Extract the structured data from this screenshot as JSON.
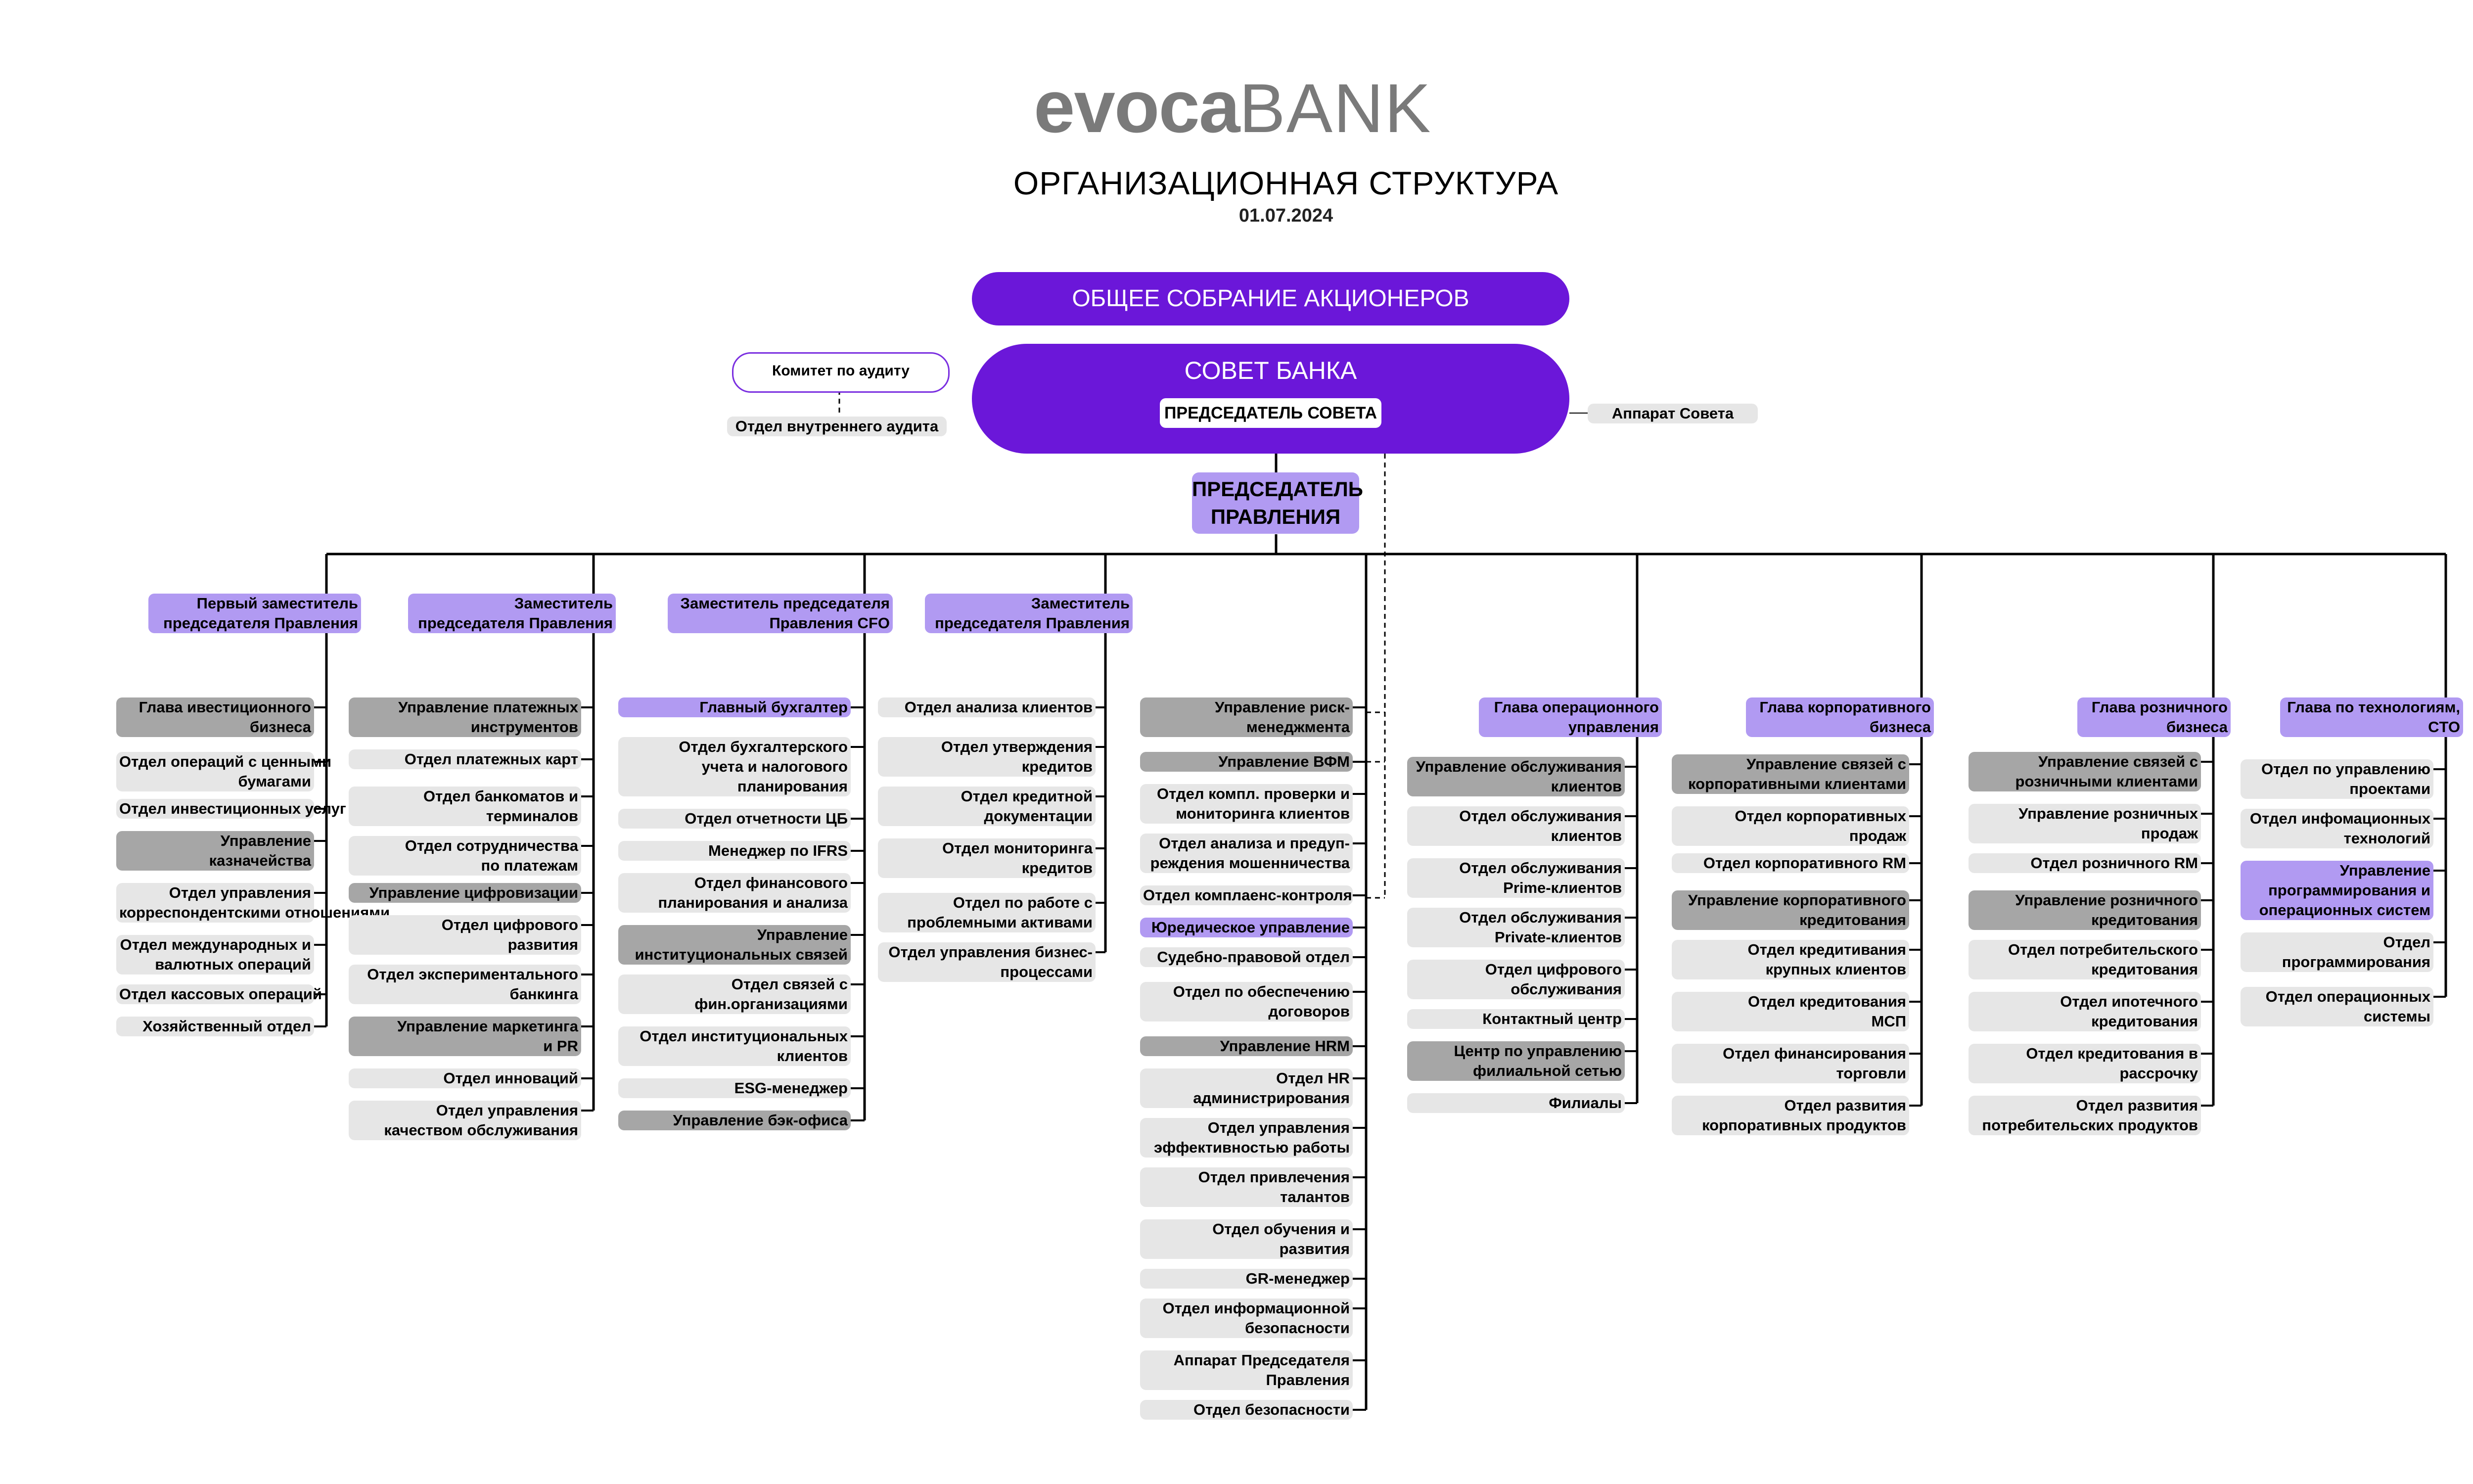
{
  "header": {
    "logo_evoca": "evoca",
    "logo_bank": "BANK",
    "title": "ОРГАНИЗАЦИОННАЯ СТРУКТУРА",
    "date": "01.07.2024"
  },
  "top": {
    "shareholders": "ОБЩЕЕ СОБРАНИЕ АКЦИОНЕРОВ",
    "board": "СОВЕТ БАНКА",
    "board_chair": "ПРЕДСЕДАТЕЛЬ СОВЕТА",
    "audit_committee": "Комитет по аудиту",
    "internal_audit": "Отдел внутреннего аудита",
    "board_office": "Аппарат Совета",
    "ceo_line1": "ПРЕДСЕДАТЕЛЬ",
    "ceo_line2": "ПРАВЛЕНИЯ"
  },
  "colors": {
    "accent": "#6b17d9",
    "light_purple": "#b19af2",
    "dark_grey": "#a6a6a6",
    "light_grey": "#e6e6e6"
  },
  "columns": [
    {
      "head": [
        "Первый заместитель",
        "председателя Правления"
      ],
      "items": [
        {
          "t": [
            "Глава ивестиционного",
            "бизнеса"
          ]
        },
        {
          "t": [
            "Отдел операций с ценными",
            "бумагами"
          ]
        },
        {
          "t": [
            "Отдел инвестиционных услуг"
          ]
        },
        {
          "t": [
            "Управление",
            "казначейства"
          ]
        },
        {
          "t": [
            "Отдел управления",
            "корреспондентскими отношениями"
          ]
        },
        {
          "t": [
            "Отдел международных и",
            "валютных операций"
          ]
        },
        {
          "t": [
            "Отдел кассовых операций"
          ]
        },
        {
          "t": [
            "Хозяйственный отдел"
          ]
        }
      ]
    },
    {
      "head": [
        "Заместитель",
        "председателя Правления"
      ],
      "items": [
        {
          "t": [
            "Управление платежных",
            "инструментов"
          ]
        },
        {
          "t": [
            "Отдел платежных карт"
          ]
        },
        {
          "t": [
            "Отдел банкоматов и",
            "терминалов"
          ]
        },
        {
          "t": [
            "Отдел сотрудничества",
            "по платежам"
          ]
        },
        {
          "t": [
            "Управление цифровизации"
          ]
        },
        {
          "t": [
            "Отдел цифрового",
            "развития"
          ]
        },
        {
          "t": [
            "Отдел экспериментального",
            "банкинга"
          ]
        },
        {
          "t": [
            "Управление маркетинга",
            "и PR"
          ]
        },
        {
          "t": [
            "Отдел инноваций"
          ]
        },
        {
          "t": [
            "Отдел управления",
            "качеством обслуживания"
          ]
        }
      ]
    },
    {
      "head": [
        "Заместитель председателя",
        "Правления CFO"
      ],
      "items": [
        {
          "t": [
            "Главный бухгалтер"
          ]
        },
        {
          "t": [
            "Отдел бухгалтерского",
            "учета и налогового",
            "планирования"
          ]
        },
        {
          "t": [
            "Отдел отчетности ЦБ"
          ]
        },
        {
          "t": [
            "Менеджер по IFRS"
          ]
        },
        {
          "t": [
            "Отдел финансового",
            "планирования и анализа"
          ]
        },
        {
          "t": [
            "Управление",
            "институциональных связей"
          ]
        },
        {
          "t": [
            "Отдел связей с",
            "фин.организациями"
          ]
        },
        {
          "t": [
            "Отдел институциональных",
            "клиентов"
          ]
        },
        {
          "t": [
            "ESG-менеджер"
          ]
        },
        {
          "t": [
            "Управление бэк-офиса"
          ]
        }
      ]
    },
    {
      "head": [
        "Заместитель",
        "председателя Правления"
      ],
      "items": [
        {
          "t": [
            "Отдел анализа клиентов"
          ]
        },
        {
          "t": [
            "Отдел утверждения",
            "кредитов"
          ]
        },
        {
          "t": [
            "Отдел кредитной",
            "документации"
          ]
        },
        {
          "t": [
            "Отдел мониторинга",
            "кредитов"
          ]
        },
        {
          "t": [
            "Отдел по работе с",
            "проблемными активами"
          ]
        },
        {
          "t": [
            "Отдел управления бизнес-",
            "процессами"
          ]
        }
      ]
    },
    {
      "head": [],
      "items": [
        {
          "t": [
            "Управление риск-",
            "менеджмента"
          ]
        },
        {
          "t": [
            "Управление ВФМ"
          ]
        },
        {
          "t": [
            "Отдел компл. проверки и",
            "мониторинга клиентов"
          ]
        },
        {
          "t": [
            "Отдел анализа и предуп-",
            "реждения мошенничества"
          ]
        },
        {
          "t": [
            "Отдел комплаенс-контроля"
          ]
        },
        {
          "t": [
            "Юредическое управление"
          ]
        },
        {
          "t": [
            "Судебно-правовой отдел"
          ]
        },
        {
          "t": [
            "Отдел по обеспечению",
            "договоров"
          ]
        },
        {
          "t": [
            "Управление HRM"
          ]
        },
        {
          "t": [
            "Отдел HR",
            "администрирования"
          ]
        },
        {
          "t": [
            "Отдел управления",
            "эффективностью работы"
          ]
        },
        {
          "t": [
            "Отдел привлечения",
            "талантов"
          ]
        },
        {
          "t": [
            "Отдел обучения и",
            "развития"
          ]
        },
        {
          "t": [
            "GR-менеджер"
          ]
        },
        {
          "t": [
            "Отдел информационной",
            "безопасности"
          ]
        },
        {
          "t": [
            "Аппарат Председателя",
            "Правления"
          ]
        },
        {
          "t": [
            "Отдел безопасности"
          ]
        }
      ]
    },
    {
      "head": [
        "Глава операционного",
        "управления"
      ],
      "items": [
        {
          "t": [
            "Управление обслуживания",
            "клиентов"
          ]
        },
        {
          "t": [
            "Отдел обслуживания",
            "клиентов"
          ]
        },
        {
          "t": [
            "Отдел обслуживания",
            "Prime-клиентов"
          ]
        },
        {
          "t": [
            "Отдел обслуживания",
            "Private-клиентов"
          ]
        },
        {
          "t": [
            "Отдел цифрового",
            "обслуживания"
          ]
        },
        {
          "t": [
            "Контактный центр"
          ]
        },
        {
          "t": [
            "Центр по управлению",
            "филиальной сетью"
          ]
        },
        {
          "t": [
            "Филиалы"
          ]
        }
      ]
    },
    {
      "head": [
        "Глава корпоративного",
        "бизнеса"
      ],
      "items": [
        {
          "t": [
            "Управление связей с",
            "корпоративными клиентами"
          ]
        },
        {
          "t": [
            "Отдел корпоративных",
            "продаж"
          ]
        },
        {
          "t": [
            "Отдел корпоративного RM"
          ]
        },
        {
          "t": [
            "Управление корпоративного",
            "кредитования"
          ]
        },
        {
          "t": [
            "Отдел кредитивания",
            "крупных клиентов"
          ]
        },
        {
          "t": [
            "Отдел кредитования",
            "МСП"
          ]
        },
        {
          "t": [
            "Отдел финансирования",
            "торговли"
          ]
        },
        {
          "t": [
            "Отдел развития",
            "корпоративных продуктов"
          ]
        }
      ]
    },
    {
      "head": [
        "Глава розничного",
        "бизнеса"
      ],
      "items": [
        {
          "t": [
            "Управление связей с",
            "розничными клиентами"
          ]
        },
        {
          "t": [
            "Управление розничных",
            "продаж"
          ]
        },
        {
          "t": [
            "Отдел розничного RM"
          ]
        },
        {
          "t": [
            "Управление розничного",
            "кредитования"
          ]
        },
        {
          "t": [
            "Отдел потребительского",
            "кредитования"
          ]
        },
        {
          "t": [
            "Отдел ипотечного",
            "кредитования"
          ]
        },
        {
          "t": [
            "Отдел кредитования в",
            "рассрочку"
          ]
        },
        {
          "t": [
            "Отдел развития",
            "потребительских продуктов"
          ]
        }
      ]
    },
    {
      "head": [
        "Глава по технологиям,",
        "CTO"
      ],
      "items": [
        {
          "t": [
            "Отдел по управлению",
            "проектами"
          ]
        },
        {
          "t": [
            "Отдел инфомационных",
            "технологий"
          ]
        },
        {
          "t": [
            "Управление",
            "программирования и",
            "операционных систем"
          ]
        },
        {
          "t": [
            "Отдел",
            "программирования"
          ]
        },
        {
          "t": [
            "Отдел операционных",
            "системы"
          ]
        }
      ]
    }
  ]
}
